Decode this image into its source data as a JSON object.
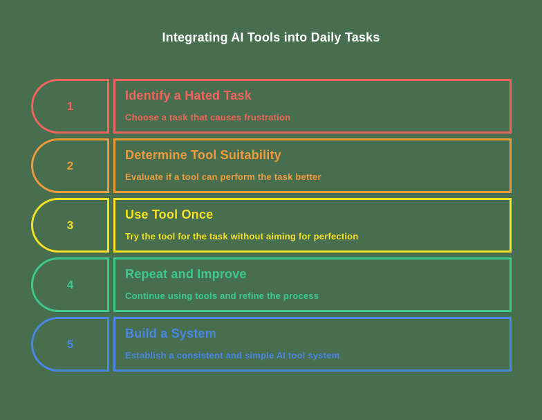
{
  "background_color": "#476E4F",
  "title": "Integrating AI Tools into Daily Tasks",
  "title_color": "#FFFFFF",
  "steps": [
    {
      "number": "1",
      "title": "Identify a Hated Task",
      "description": "Choose a task that causes frustration",
      "color": "#F2645C"
    },
    {
      "number": "2",
      "title": "Determine Tool Suitability",
      "description": "Evaluate if a tool can perform the task better",
      "color": "#EF9B3B"
    },
    {
      "number": "3",
      "title": "Use Tool Once",
      "description": "Try the tool for the task without aiming for perfection",
      "color": "#F5E027"
    },
    {
      "number": "4",
      "title": "Repeat and Improve",
      "description": "Continue using tools and refine the process",
      "color": "#3DC98B"
    },
    {
      "number": "5",
      "title": "Build a System",
      "description": "Establish a consistent and simple AI tool system",
      "color": "#4A86E8"
    }
  ]
}
